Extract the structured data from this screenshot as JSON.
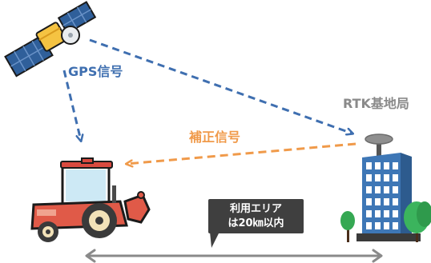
{
  "labels": {
    "gps_signal": "GPS信号",
    "rtk_base": "RTK基地局",
    "correction_signal": "補正信号",
    "range_line1": "利用エリア",
    "range_line2": "は20㎞以内"
  },
  "icons": {
    "satellite": "satellite-icon",
    "tractor": "tractor-icon",
    "base_station": "building-icon",
    "trees": "tree-icon"
  },
  "colors": {
    "gps_signal": "#3f6fb0",
    "correction_signal": "#f09a4a",
    "rtk_label": "#8a8a8a",
    "range_arrow": "#8a8a8a",
    "range_box": "#3f3f3f"
  }
}
